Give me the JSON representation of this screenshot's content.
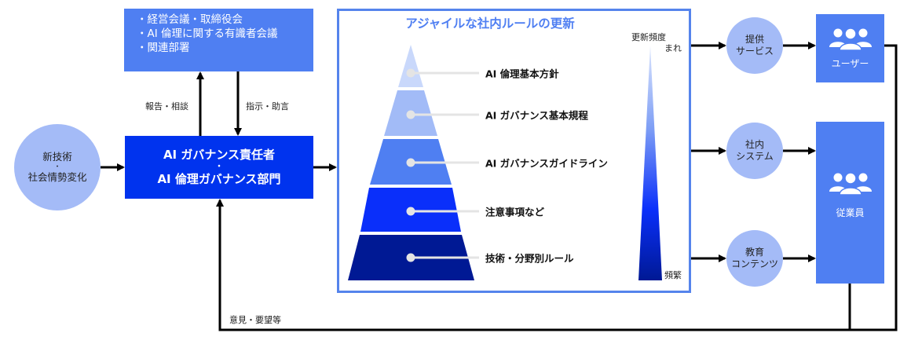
{
  "oversight_box": {
    "items": [
      "・経営会議・取締役会",
      "・AI 倫理に関する有識者会議",
      "・関連部署"
    ]
  },
  "main_box": {
    "line1": "AI ガバナンス責任者",
    "separator": "・",
    "line2": "AI 倫理ガバナンス部門"
  },
  "input_circle": {
    "line1": "新技術",
    "separator": "・",
    "line2": "社会情勢変化"
  },
  "edge_labels": {
    "report": "報告・相談",
    "instruct": "指示・助言",
    "feedback": "意見・要望等"
  },
  "rules_frame": {
    "title": "アジャイルな社内ルールの更新",
    "tiers": [
      {
        "label": "AI 倫理基本方針",
        "color": "#c9d8fb"
      },
      {
        "label": "AI ガバナンス基本規程",
        "color": "#a2bbf7"
      },
      {
        "label": "AI ガバナンスガイドライン",
        "color": "#4f7ff2"
      },
      {
        "label": "注意事項など",
        "color": "#0a2ffa"
      },
      {
        "label": "技術・分野別ルール",
        "color": "#001994"
      }
    ],
    "frequency": {
      "heading": "更新頻度",
      "top_label": "まれ",
      "bottom_label": "頻繁"
    }
  },
  "channels": [
    {
      "line1": "提供",
      "line2": "サービス"
    },
    {
      "line1": "社内",
      "line2": "システム"
    },
    {
      "line1": "教育",
      "line2": "コンテンツ"
    }
  ],
  "audiences": {
    "users": "ユーザー",
    "employees": "従業員"
  },
  "colors": {
    "dark_blue": "#0033ee",
    "mid_blue": "#4f7ff2",
    "light_blue": "#a4bbf7",
    "frame_border": "#5584ec"
  }
}
